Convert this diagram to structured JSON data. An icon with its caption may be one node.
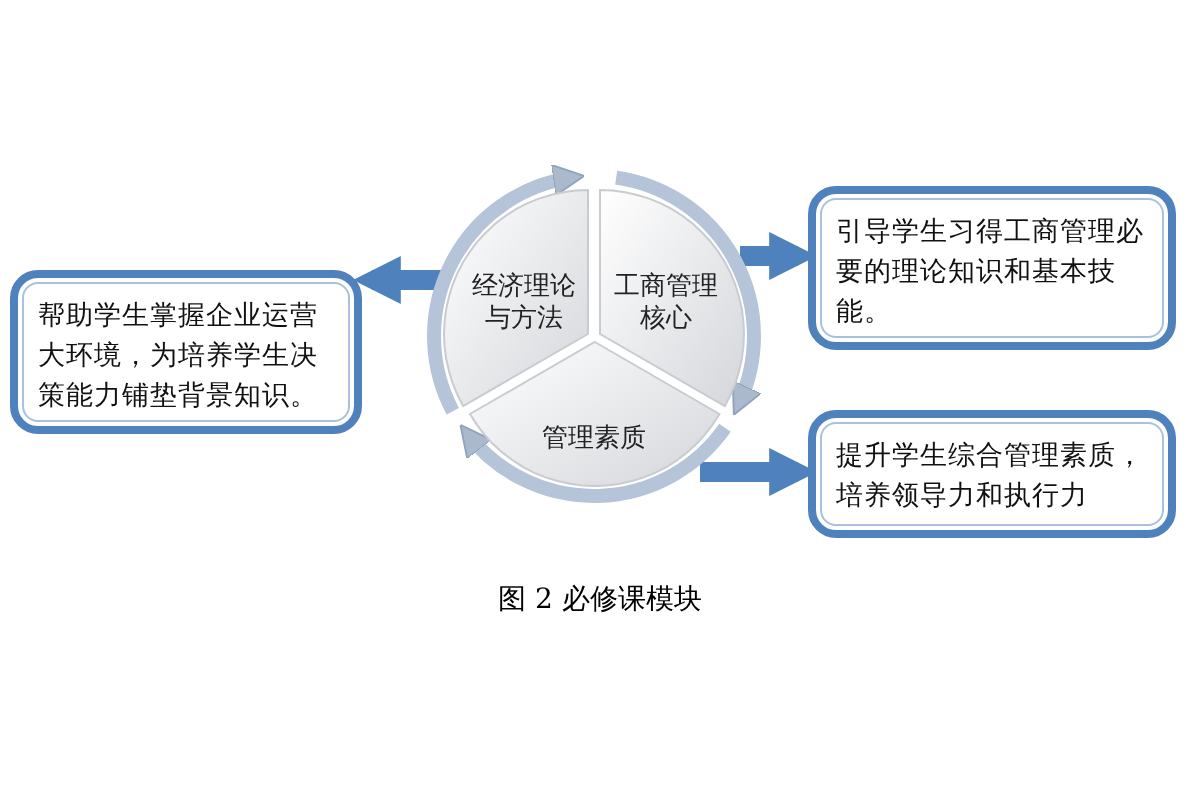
{
  "diagram": {
    "caption": "图 2 必修课模块",
    "nodes": [
      {
        "text": [
          "经济理论与方法"
        ]
      },
      {
        "text": [
          "工商管理核心"
        ]
      },
      {
        "text": [
          "管理素质"
        ]
      },
      {
        "text": [
          "帮助学生掌握企业运营大环境，为培养学生决策能力铺垫背景知识。"
        ]
      },
      {
        "text": [
          "引导学生习得工商管理必要的理论知识和基本技能。"
        ]
      },
      {
        "text": [
          "提升学生综合管理素质，培养领导力和执行力"
        ]
      }
    ],
    "edges": [
      {
        "from": 0,
        "to": 3,
        "arrow": "to"
      },
      {
        "from": 1,
        "to": 4,
        "arrow": "to"
      },
      {
        "from": 2,
        "to": 5,
        "arrow": "to"
      },
      {
        "from": 0,
        "to": 1,
        "arrow": "to",
        "color": "#b5c4d8"
      },
      {
        "from": 1,
        "to": 2,
        "arrow": "to",
        "color": "#b5c4d8"
      },
      {
        "from": 2,
        "to": 0,
        "arrow": "to",
        "color": "#b5c4d8"
      }
    ]
  }
}
